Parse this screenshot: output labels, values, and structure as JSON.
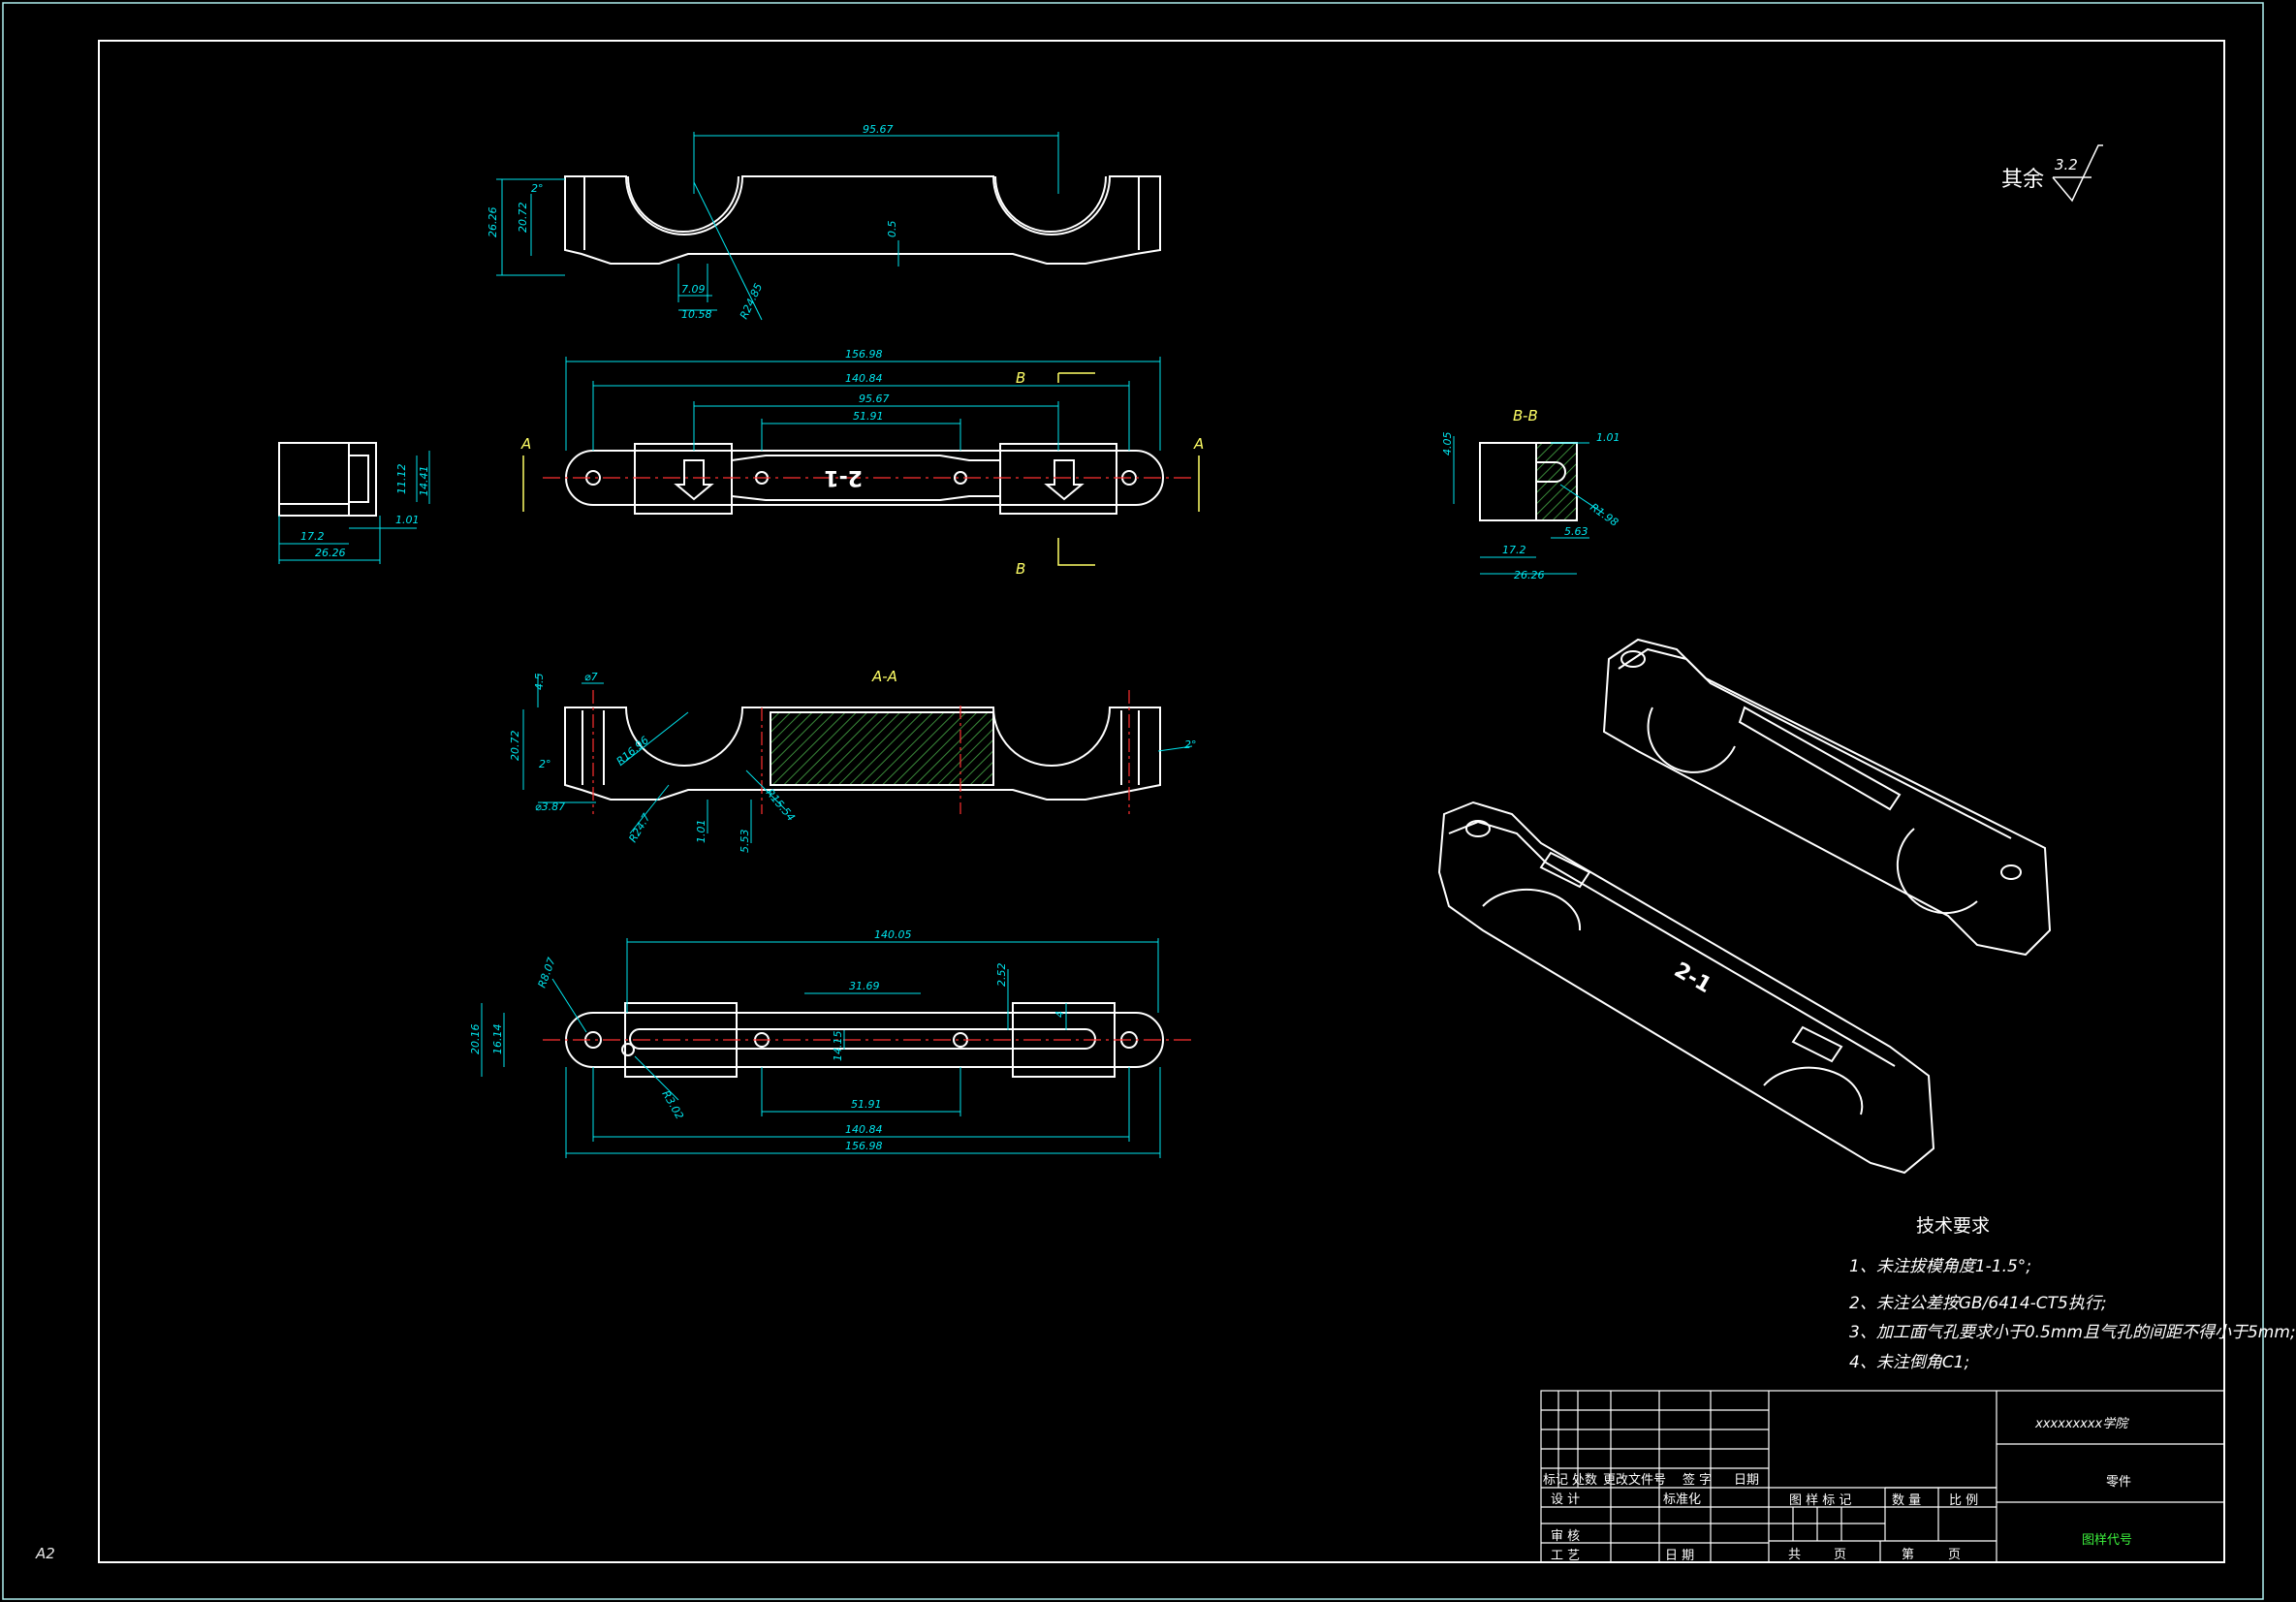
{
  "sheet_size": "A2",
  "surface_finish": {
    "prefix": "其余",
    "ra": "3.2"
  },
  "views": {
    "top": {
      "dims": [
        "95.67",
        "26.26",
        "20.72",
        "2°",
        "0.5",
        "7.09",
        "10.58",
        "R24.85"
      ]
    },
    "plan": {
      "part_label": "2-1",
      "dims": [
        "156.98",
        "140.84",
        "95.67",
        "51.91"
      ],
      "section_marks": [
        "A",
        "A",
        "B",
        "B"
      ]
    },
    "side": {
      "dims": [
        "11.12",
        "14.41",
        "1.01",
        "17.2",
        "26.26"
      ]
    },
    "section_bb": {
      "title": "B-B",
      "dims": [
        "4.05",
        "1.01",
        "R1.98",
        "5.63",
        "17.2",
        "26.26"
      ]
    },
    "section_aa": {
      "title": "A-A",
      "dims": [
        "4.5",
        "⌀7",
        "20.72",
        "2°",
        "⌀3.87",
        "R16.96",
        "R24.7",
        "R15.54",
        "1.01",
        "5.53",
        "2°"
      ]
    },
    "bottom": {
      "dims": [
        "140.05",
        "31.69",
        "2.52",
        "4",
        "R8.07",
        "20.16",
        "16.14",
        "14.15",
        "R3.02",
        "51.91",
        "140.84",
        "156.98"
      ]
    }
  },
  "tech_req": {
    "title": "技术要求",
    "items": [
      "1、未注拔模角度1-1.5°;",
      "2、未注公差按GB/6414-CT5执行;",
      "3、加工面气孔要求小于0.5mm且气孔的间距不得小于5mm;",
      "4、未注倒角C1;"
    ]
  },
  "title_block": {
    "school": "xxxxxxxxx学院",
    "part_name": "零件",
    "drawing_no": "图样代号",
    "rev_headers": [
      "标记",
      "处数",
      "更改文件号",
      "签 字",
      "日期"
    ],
    "design": "设 计",
    "standardize": "标准化",
    "check": "审 核",
    "process": "工 艺",
    "date": "日 期",
    "mark_label": "图 样 标 记",
    "qty_label": "数 量",
    "scale_label": "比 例",
    "total": "共",
    "page": "页",
    "sheet_no": "第",
    "page2": "页"
  },
  "colors": {
    "background": "#000000",
    "frame": "#b0f0f0",
    "object": "#ffffff",
    "dimension": "#00e5ee",
    "centerline": "#ff3030",
    "section_label": "#ffff66",
    "hatch": "#3a8a3a"
  }
}
